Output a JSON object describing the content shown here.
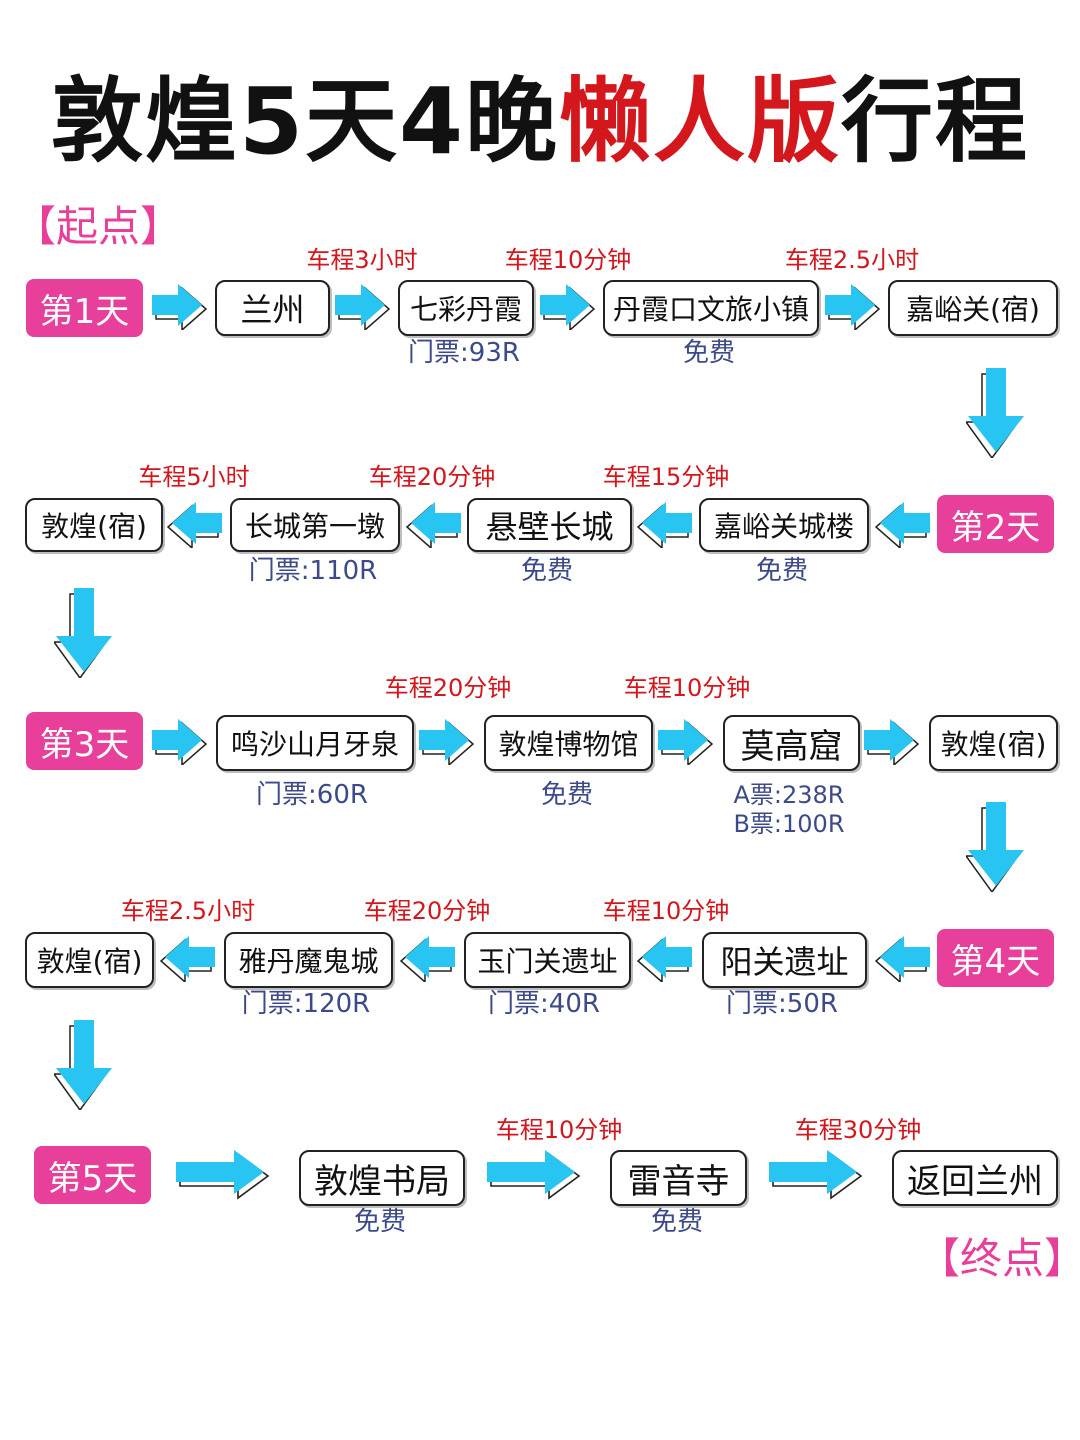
{
  "title": {
    "part1": "敦煌5天4晚",
    "part2": "懒人版",
    "part3": "行程"
  },
  "markers": {
    "start": "【起点】",
    "end": "【终点】"
  },
  "colors": {
    "accent_pink": "#e8409a",
    "travel_red": "#d3171d",
    "price_blue": "#3d4a8a",
    "arrow_blue": "#29c5f2"
  },
  "days": [
    {
      "label": "第1天",
      "stops": [
        {
          "name": "兰州"
        },
        {
          "name": "七彩丹霞",
          "price": "门票:93R"
        },
        {
          "name": "丹霞口文旅小镇",
          "price": "免费"
        },
        {
          "name": "嘉峪关(宿)"
        }
      ],
      "travel": [
        "车程3小时",
        "车程10分钟",
        "车程2.5小时"
      ]
    },
    {
      "label": "第2天",
      "stops": [
        {
          "name": "嘉峪关城楼",
          "price": "免费"
        },
        {
          "name": "悬壁长城",
          "price": "免费"
        },
        {
          "name": "长城第一墩",
          "price": "门票:110R"
        },
        {
          "name": "敦煌(宿)"
        }
      ],
      "travel": [
        "车程15分钟",
        "车程20分钟",
        "车程5小时"
      ]
    },
    {
      "label": "第3天",
      "stops": [
        {
          "name": "鸣沙山月牙泉",
          "price": "门票:60R"
        },
        {
          "name": "敦煌博物馆",
          "price": "免费"
        },
        {
          "name": "莫高窟",
          "price_a": "A票:238R",
          "price_b": "B票:100R"
        },
        {
          "name": "敦煌(宿)"
        }
      ],
      "travel": [
        "车程20分钟",
        "车程10分钟"
      ]
    },
    {
      "label": "第4天",
      "stops": [
        {
          "name": "阳关遗址",
          "price": "门票:50R"
        },
        {
          "name": "玉门关遗址",
          "price": "门票:40R"
        },
        {
          "name": "雅丹魔鬼城",
          "price": "门票:120R"
        },
        {
          "name": "敦煌(宿)"
        }
      ],
      "travel": [
        "车程10分钟",
        "车程20分钟",
        "车程2.5小时"
      ]
    },
    {
      "label": "第5天",
      "stops": [
        {
          "name": "敦煌书局",
          "price": "免费"
        },
        {
          "name": "雷音寺",
          "price": "免费"
        },
        {
          "name": "返回兰州"
        }
      ],
      "travel": [
        "车程10分钟",
        "车程30分钟"
      ]
    }
  ]
}
